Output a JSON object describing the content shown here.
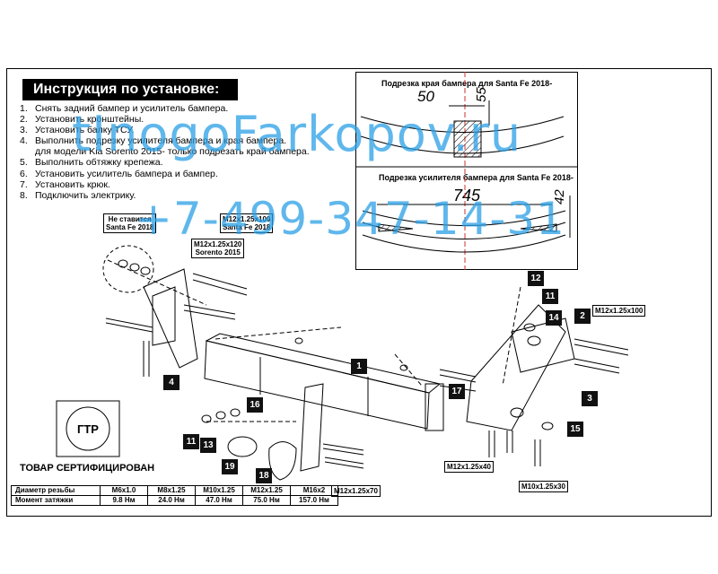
{
  "instructions": {
    "title": "Инструкция по установке:",
    "steps": [
      {
        "n": "1.",
        "text": "Снять задний бампер и усилитель бампера."
      },
      {
        "n": "2.",
        "text": "Установить кронштейны."
      },
      {
        "n": "3.",
        "text": "Установить балку ТСУ."
      },
      {
        "n": "4.",
        "text": "Выполнить подрезку усилителя бампера и края бампера."
      },
      {
        "n": "",
        "text": "для модели Kia Sorento 2015- только подрезать край бампера."
      },
      {
        "n": "5.",
        "text": "Выполнить обтяжку крепежа."
      },
      {
        "n": "6.",
        "text": "Установить усилитель бампера и бампер."
      },
      {
        "n": "7.",
        "text": "Установить крюк."
      },
      {
        "n": "8.",
        "text": "Подключить электрику."
      }
    ]
  },
  "detail_bumper_edge": {
    "title": "Подрезка края бампера для Santa Fe 2018-",
    "dim_a": "50",
    "dim_b": "55"
  },
  "detail_reinforcement": {
    "title": "Подрезка усилителя бампера для Santa Fe 2018-",
    "dim_a": "745",
    "dim_b": "42"
  },
  "watermark": {
    "site": "tInogoFarkopov.ru",
    "phone": "+7-499-347-14-31",
    "color": "#2aa0e6"
  },
  "labels": {
    "not_for_santa": "Не ставится\nSanta Fe 2018",
    "bolt_m12x100_santa": "M12x1.25x100\nSanta Fe 2018",
    "bolt_m12x120_sorento": "M12x1.25x120\nSorento 2015",
    "bolt_m12x100": "M12x1.25x100",
    "bolt_m12x40": "M12x1.25x40",
    "bolt_m10x30": "M10x1.25x30",
    "bolt_m12x70": "M12x1.25x70"
  },
  "part_numbers": [
    "1",
    "2",
    "3",
    "4",
    "11",
    "11",
    "12",
    "13",
    "14",
    "15",
    "16",
    "17",
    "18",
    "19"
  ],
  "certification": {
    "text": "ТОВАР СЕРТИФИЦИРОВАН",
    "mark": "ГТР"
  },
  "torque_table": {
    "row1_label": "Диаметр резьбы",
    "row2_label": "Момент затяжки",
    "threads": [
      "M6x1.0",
      "M8x1.25",
      "M10x1.25",
      "M12x1.25",
      "M16x2"
    ],
    "torques": [
      "9.8 Нм",
      "24.0 Нм",
      "47.0 Нм",
      "75.0 Нм",
      "157.0 Нм"
    ]
  }
}
